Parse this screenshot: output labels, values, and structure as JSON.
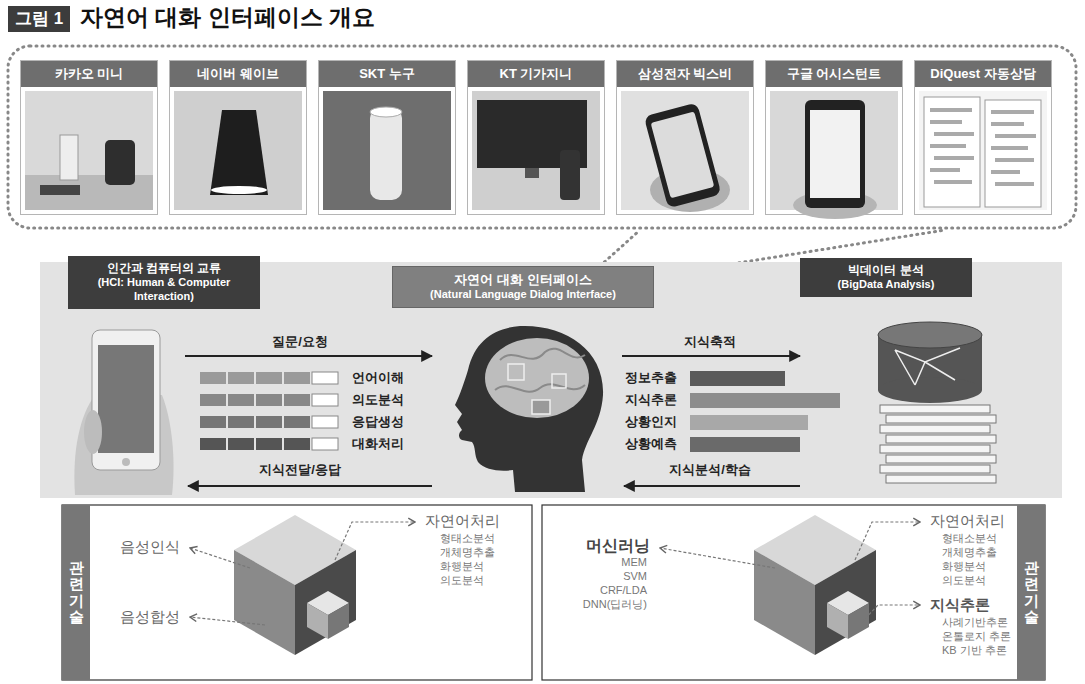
{
  "diagram": {
    "title": "자연어 대화 인터페이스 개요",
    "nodes": [
      {
        "text": [
          "카카오 미니"
        ]
      },
      {
        "text": [
          "네이버 웨이브"
        ]
      },
      {
        "text": [
          "SKT 누구"
        ]
      },
      {
        "text": [
          "KT 기가지니"
        ]
      },
      {
        "text": [
          "삼성전자 빅스비"
        ]
      },
      {
        "text": [
          "구글 어시스턴트"
        ]
      },
      {
        "text": [
          "DiQuest 자동상담"
        ]
      },
      {
        "text": [
          "인간과 컴퓨터의 교류",
          "(HCI: Human & Computer Interaction)"
        ]
      },
      {
        "text": [
          "자연어 대화 인터페이스",
          "(Natural Language Dialog Interface)"
        ]
      },
      {
        "text": [
          "빅데이터 분석",
          "(BigData Analysis)"
        ]
      },
      {
        "text": [
          "관련기술"
        ]
      },
      {
        "text": [
          "관련기술"
        ]
      }
    ],
    "labels": [
      "그림 1",
      "질문/요청",
      "언어이해",
      "의도분석",
      "응답생성",
      "대화처리",
      "지식전달/응답",
      "지식축적",
      "정보추출",
      "지식추론",
      "상황인지",
      "상황예측",
      "지식분석/학습",
      "음성인식",
      "자연어처리",
      "형태소분석",
      "개체명추출",
      "화행분석",
      "의도분석",
      "음성합성",
      "머신러닝",
      "MEM",
      "SVM",
      "CRF/LDA",
      "DNN(딥러닝)",
      "자연어처리",
      "형태소분석",
      "개체명추출",
      "화행분석",
      "의도분석",
      "지식추론",
      "사례기반추론",
      "온톨로지 추론",
      "KB 기반 추론"
    ]
  }
}
